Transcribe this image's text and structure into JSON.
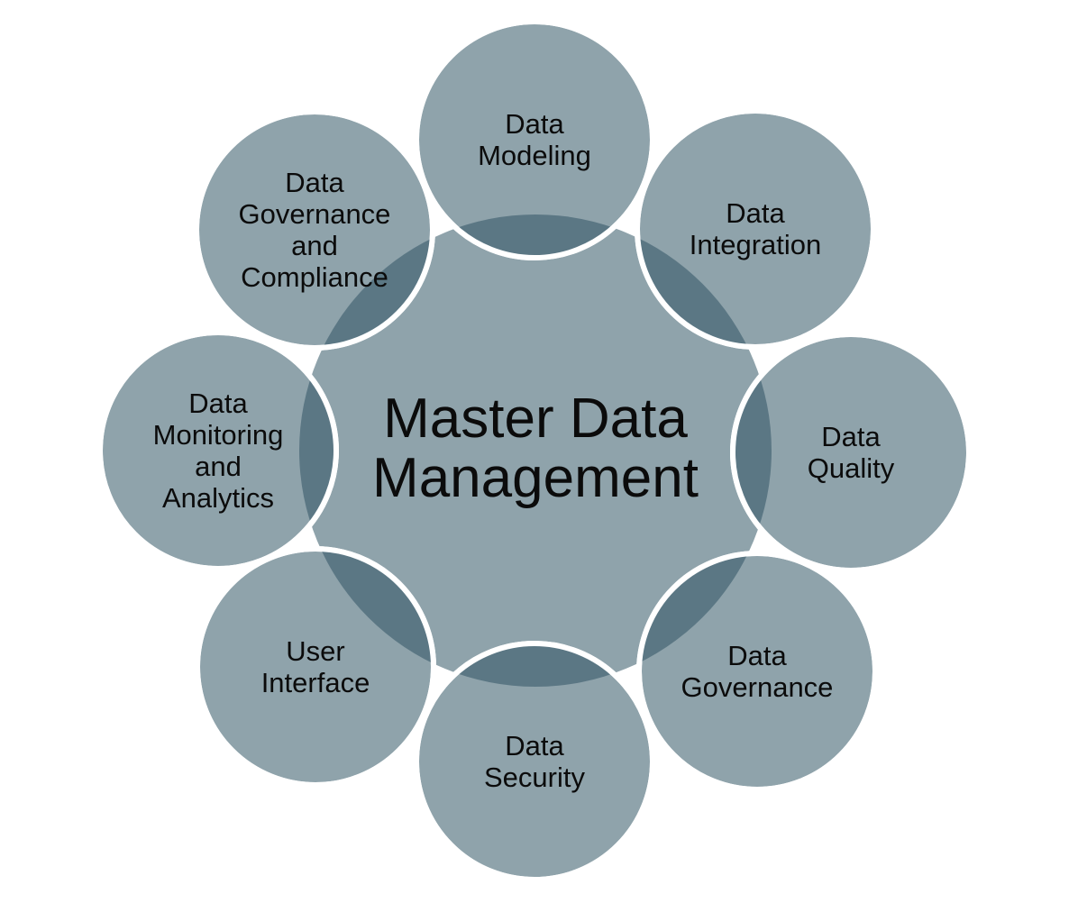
{
  "diagram": {
    "type": "radial-overlap-diagram",
    "title": "Master Data Management"
  },
  "colors": {
    "background": "#FFFFFF",
    "node_fill": "#8FA3AB",
    "overlap_fill": "#5B7784",
    "ring_stroke": "#FFFFFF",
    "text": "#0B0B0B"
  },
  "center": {
    "label": "Master Data\nManagement"
  },
  "nodes": [
    {
      "id": "data-modeling",
      "position": "top",
      "label": "Data\nModeling"
    },
    {
      "id": "data-integration",
      "position": "top-right",
      "label": "Data\nIntegration"
    },
    {
      "id": "data-quality",
      "position": "right",
      "label": "Data\nQuality"
    },
    {
      "id": "data-governance",
      "position": "bottom-right",
      "label": "Data\nGovernance"
    },
    {
      "id": "data-security",
      "position": "bottom",
      "label": "Data\nSecurity"
    },
    {
      "id": "user-interface",
      "position": "bottom-left",
      "label": "User\nInterface"
    },
    {
      "id": "data-monitoring-and-analytics",
      "position": "left",
      "label": "Data\nMonitoring\nand\nAnalytics"
    },
    {
      "id": "data-governance-and-compliance",
      "position": "top-left",
      "label": "Data\nGovernance\nand\nCompliance"
    }
  ]
}
